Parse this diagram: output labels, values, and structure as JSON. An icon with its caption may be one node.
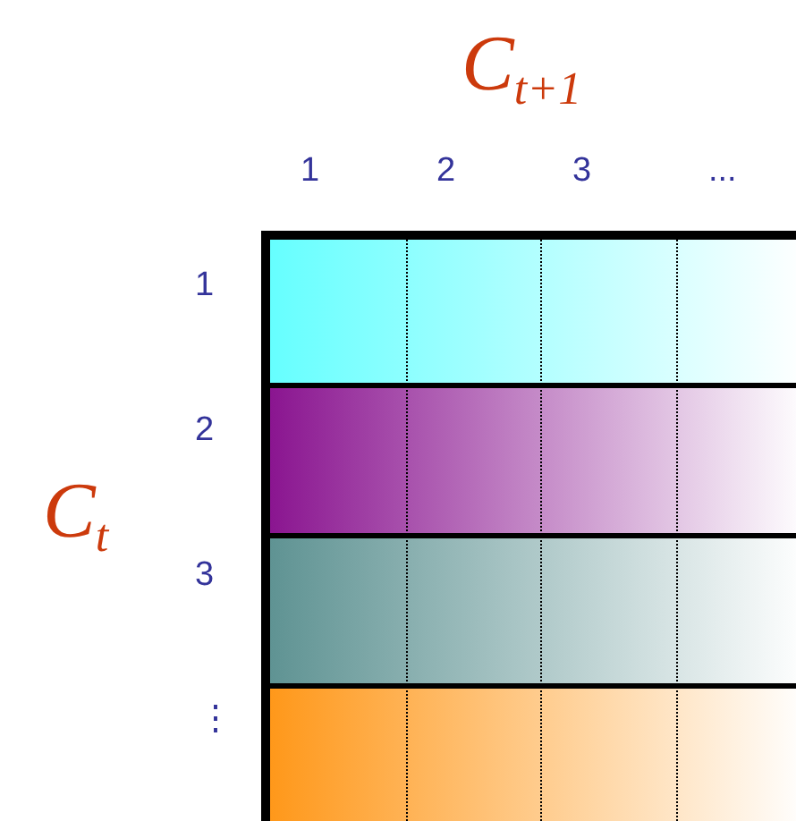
{
  "diagram": {
    "labels": [
      "C$_{t+1}$",
      "1",
      "2",
      "3",
      "...",
      "1",
      "2",
      "C$_{t}$",
      "3",
      "⋮"
    ]
  }
}
